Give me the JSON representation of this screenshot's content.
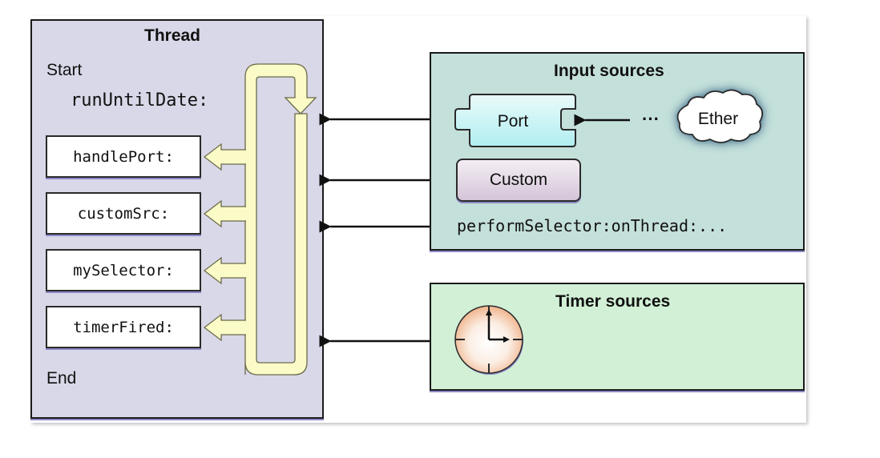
{
  "thread": {
    "title": "Thread",
    "start_label": "Start",
    "run_loop_call": "runUntilDate:",
    "handlers": [
      {
        "label": "handlePort:"
      },
      {
        "label": "customSrc:"
      },
      {
        "label": "mySelector:"
      },
      {
        "label": "timerFired:"
      }
    ],
    "end_label": "End"
  },
  "input_sources": {
    "title": "Input sources",
    "port_label": "Port",
    "ether_label": "Ether",
    "ellipsis": "···",
    "custom_label": "Custom",
    "perform_selector_label": "performSelector:onThread:..."
  },
  "timer_sources": {
    "title": "Timer sources",
    "icon": "clock-icon"
  },
  "colors": {
    "thread_bg": "#d8d8e8",
    "input_bg": "#c4e0da",
    "timer_bg": "#d2f0d6",
    "loop_fill": "#fbfbc8",
    "port_fill": "#c8f0f0",
    "custom_fill": "#e2d6e4",
    "clock_fill": "#f4c8a8"
  }
}
